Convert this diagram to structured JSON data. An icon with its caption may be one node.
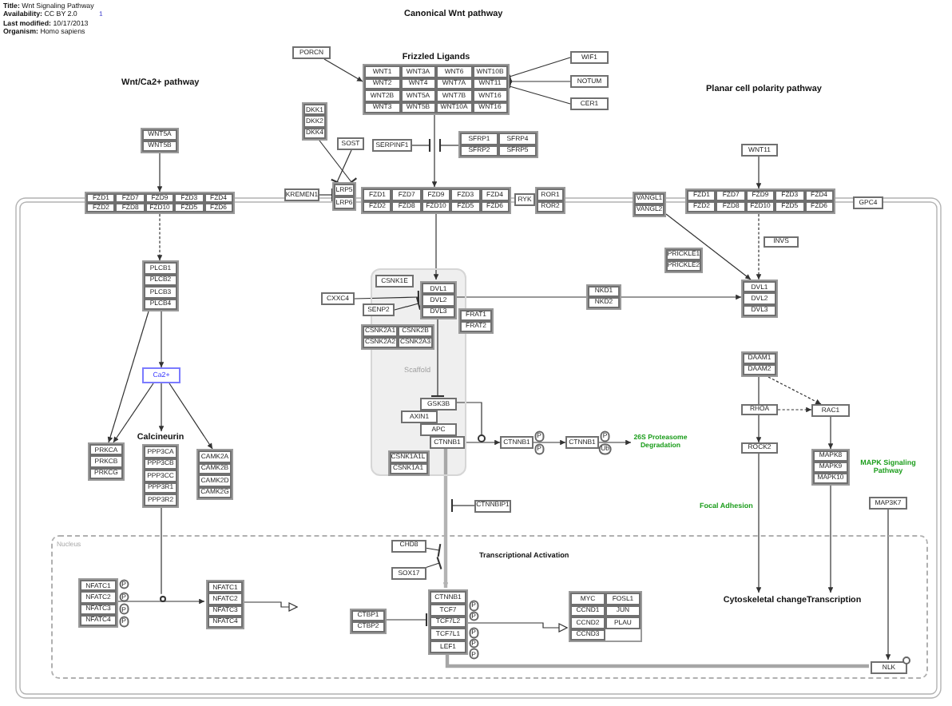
{
  "diagram": {
    "nodes": [
      {
        "text": [
          "PORCN"
        ]
      },
      {
        "text": [
          "Frizzled Ligands",
          "WNT1",
          "WNT3A",
          "WNT6",
          "WNT10B",
          "WNT2",
          "WNT4",
          "WNT7A",
          "WNT11",
          "WNT2B",
          "WNT5A",
          "WNT7B",
          "WNT16",
          "WNT3",
          "WNT5B",
          "WNT10A",
          "WNT16"
        ]
      },
      {
        "text": [
          "WIF1"
        ]
      },
      {
        "text": [
          "NOTUM"
        ]
      },
      {
        "text": [
          "CER1"
        ]
      },
      {
        "text": [
          "DKK1",
          "DKK2",
          "DKK4"
        ]
      },
      {
        "text": [
          "WNT5A",
          "WNT5B"
        ]
      },
      {
        "text": [
          "SOST"
        ]
      },
      {
        "text": [
          "SERPINF1"
        ]
      },
      {
        "text": [
          "SFRP1",
          "SFRP4",
          "SFRP2",
          "SFRP5"
        ]
      },
      {
        "text": [
          "WNT11"
        ]
      },
      {
        "text": [
          "LRP5",
          "LRP6"
        ]
      },
      {
        "text": [
          "KREMEN1"
        ]
      },
      {
        "text": [
          "FZD1",
          "FZD7",
          "FZD9",
          "FZD3",
          "FZD4",
          "FZD2",
          "FZD8",
          "FZD10",
          "FZD5",
          "FZD6"
        ]
      },
      {
        "text": [
          "FZD1",
          "FZD7",
          "FZD9",
          "FZD3",
          "FZD4",
          "FZD2",
          "FZD8",
          "FZD10",
          "FZD5",
          "FZD6"
        ]
      },
      {
        "text": [
          "RYK"
        ]
      },
      {
        "text": [
          "ROR1",
          "ROR2"
        ]
      },
      {
        "text": [
          "VANGL1",
          "VANGL2"
        ]
      },
      {
        "text": [
          "FZD1",
          "FZD7",
          "FZD9",
          "FZD3",
          "FZD4",
          "FZD2",
          "FZD8",
          "FZD10",
          "FZD5",
          "FZD6"
        ]
      },
      {
        "text": [
          "GPC4"
        ]
      },
      {
        "text": [
          "INVS"
        ]
      },
      {
        "text": [
          "PRICKLE1",
          "PRICKLE2"
        ]
      },
      {
        "text": [
          "PLCB1",
          "PLCB2",
          "PLCB3",
          "PLCB4"
        ]
      },
      {
        "text": [
          "Scaffold"
        ]
      },
      {
        "text": [
          "CSNK1E"
        ],
        "in": 23
      },
      {
        "text": [
          "DVL1",
          "DVL2",
          "DVL3"
        ],
        "in": 23
      },
      {
        "text": [
          "CXXC4"
        ]
      },
      {
        "text": [
          "SENP2"
        ]
      },
      {
        "text": [
          "NKD1",
          "NKD2"
        ]
      },
      {
        "text": [
          "FRAT1",
          "FRAT2"
        ]
      },
      {
        "text": [
          "DVL1",
          "DVL2",
          "DVL3"
        ]
      },
      {
        "text": [
          "CSNK2A1",
          "CSNK2B",
          "CSNK2A2",
          "CSNK2A3"
        ]
      },
      {
        "text": [
          "DAAM1",
          "DAAM2"
        ]
      },
      {
        "text": [
          "Ca2+"
        ]
      },
      {
        "text": [
          "GSK3B"
        ],
        "in": 23
      },
      {
        "text": [
          "AXIN1"
        ],
        "in": 23
      },
      {
        "text": [
          "APC"
        ],
        "in": 23
      },
      {
        "text": [
          "CTNNB1"
        ],
        "in": 23
      },
      {
        "text": [
          "CSNK1A1L",
          "CSNK1A1"
        ],
        "in": 23
      },
      {
        "text": [
          "CTNNB1"
        ],
        "beside": [
          "P",
          "P"
        ]
      },
      {
        "text": [
          "CTNNB1"
        ],
        "beside": [
          "P",
          "Ub"
        ]
      },
      {
        "text": [
          "26S Proteasome Degradation"
        ]
      },
      {
        "text": [
          "RHOA"
        ]
      },
      {
        "text": [
          "RAC1"
        ]
      },
      {
        "text": [
          "ROCK2"
        ]
      },
      {
        "text": [
          "MAPK8",
          "MAPK9",
          "MAPK10"
        ]
      },
      {
        "text": [
          "PRKCA",
          "PRKCB",
          "PRKCG"
        ]
      },
      {
        "text": [
          "Calcineurin",
          "PPP3CA",
          "PPP3CB",
          "PPP3CC",
          "PPP3R1",
          "PPP3R2"
        ]
      },
      {
        "text": [
          "CAMK2A",
          "CAMK2B",
          "CAMK2D",
          "CAMK2G"
        ]
      },
      {
        "text": [
          "MAP3K7"
        ]
      },
      {
        "text": [
          "CTNNBIP1"
        ]
      },
      {
        "text": [
          "Nucleus"
        ]
      },
      {
        "text": [
          "CHD8"
        ],
        "in": 51
      },
      {
        "text": [
          "SOX17"
        ],
        "in": 51
      },
      {
        "text": [
          "NFATC1",
          "NFATC2",
          "NFATC3",
          "NFATC4"
        ],
        "in": 51,
        "beside": [
          "P",
          "P",
          "P",
          "P"
        ]
      },
      {
        "text": [
          "NFATC1",
          "NFATC2",
          "NFATC3",
          "NFATC4"
        ],
        "in": 51
      },
      {
        "text": [
          "CTNNB1",
          "TCF7",
          "TCF7L2",
          "TCF7L1",
          "LEF1"
        ],
        "in": 51,
        "beside": [
          "P",
          "P",
          "P",
          "P",
          "P"
        ]
      },
      {
        "text": [
          "CTBP1",
          "CTBP2"
        ],
        "in": 51
      },
      {
        "text": [
          "MYC",
          "FOSL1",
          "CCND1",
          "JUN",
          "CCND2",
          "PLAU",
          "CCND3"
        ],
        "in": 51
      },
      {
        "text": [
          "Cytoskeletal change"
        ],
        "in": 51
      },
      {
        "text": [
          "Transcription"
        ],
        "in": 51
      },
      {
        "text": [
          "NLK"
        ],
        "in": 51
      },
      {
        "text": [],
        "shape": "circle"
      },
      {
        "text": [],
        "shape": "circle",
        "in": 51
      }
    ],
    "edges": [
      {
        "from": 0,
        "to": 1,
        "arrow": "to"
      },
      {
        "from": 2,
        "to": 1,
        "arrow": "other"
      },
      {
        "from": 3,
        "to": 1,
        "arrow": "other"
      },
      {
        "from": 4,
        "to": 1,
        "arrow": "other"
      },
      {
        "from": 1,
        "to": 14,
        "arrow": "to"
      },
      {
        "from": 8,
        "to": null,
        "arrow": "other"
      },
      {
        "from": 9,
        "to": null,
        "arrow": "other"
      },
      {
        "from": 5,
        "to": 11,
        "arrow": "other"
      },
      {
        "from": 7,
        "to": 11,
        "arrow": "other"
      },
      {
        "from": 12,
        "to": 11,
        "arrow": "other"
      },
      {
        "from": 6,
        "to": 13,
        "arrow": "to"
      },
      {
        "from": 13,
        "to": 22,
        "arrow": "to",
        "style": "dashed"
      },
      {
        "from": 10,
        "to": 18,
        "arrow": "to"
      },
      {
        "from": 18,
        "to": 30,
        "arrow": "to",
        "style": "dashed"
      },
      {
        "from": 17,
        "to": 30,
        "arrow": "to"
      },
      {
        "from": 14,
        "to": 25,
        "arrow": "to"
      },
      {
        "from": 26,
        "to": 25,
        "arrow": "other"
      },
      {
        "from": 27,
        "to": 25,
        "arrow": "other"
      },
      {
        "from": 28,
        "to": 25,
        "arrow": "other"
      },
      {
        "from": 28,
        "to": 30,
        "arrow": "to"
      },
      {
        "from": 25,
        "to": 34,
        "arrow": "other"
      },
      {
        "from": 22,
        "to": 33,
        "arrow": "to"
      },
      {
        "from": 22,
        "to": 46,
        "arrow": "to"
      },
      {
        "from": 33,
        "to": 46,
        "arrow": "to"
      },
      {
        "from": 33,
        "to": 47,
        "arrow": "to"
      },
      {
        "from": 33,
        "to": 48,
        "arrow": "to"
      },
      {
        "from": 32,
        "to": 42,
        "arrow": "none"
      },
      {
        "from": 32,
        "to": 43,
        "arrow": "to",
        "style": "dashed"
      },
      {
        "from": 42,
        "to": 43,
        "arrow": "to",
        "style": "dashed"
      },
      {
        "from": 42,
        "to": 44,
        "arrow": "to"
      },
      {
        "from": 43,
        "to": 45,
        "arrow": "to"
      },
      {
        "from": 34,
        "to": 62,
        "arrow": "none"
      },
      {
        "from": 37,
        "to": 39,
        "arrow": "to"
      },
      {
        "from": 39,
        "to": 40,
        "arrow": "to"
      },
      {
        "from": 40,
        "to": 41,
        "arrow": "to"
      },
      {
        "from": 37,
        "to": 56,
        "arrow": "to",
        "style": "thick",
        "color": "#b3b3b3"
      },
      {
        "from": 50,
        "to": null,
        "arrow": "other"
      },
      {
        "from": 52,
        "to": null,
        "arrow": "other"
      },
      {
        "from": 53,
        "to": null,
        "arrow": "other"
      },
      {
        "from": 47,
        "to": 63,
        "arrow": "none"
      },
      {
        "from": 54,
        "to": 55,
        "arrow": "to"
      },
      {
        "from": 55,
        "to": null,
        "arrow": "to"
      },
      {
        "from": 57,
        "to": 56,
        "arrow": "other"
      },
      {
        "from": 56,
        "to": 58,
        "arrow": "to"
      },
      {
        "from": 44,
        "to": 59,
        "arrow": "to"
      },
      {
        "from": 45,
        "to": 60,
        "arrow": "to"
      },
      {
        "from": 49,
        "to": 61,
        "arrow": "to"
      },
      {
        "from": 61,
        "to": 56,
        "arrow": "other",
        "style": "thick",
        "color": "#a6a6a6"
      }
    ],
    "labels": [
      "**Title:** Wnt Signaling Pathway",
      "**Availability:** CC BY 2.0",
      "1",
      "**Last modified:** 10/17/2013",
      "**Organism:** Homo sapiens",
      "Canonical Wnt pathway",
      "Wnt/Ca2+ pathway",
      "Planar cell polarity pathway",
      "MAPK Signaling Pathway",
      "Focal Adhesion",
      "Transcriptional Activation"
    ]
  }
}
